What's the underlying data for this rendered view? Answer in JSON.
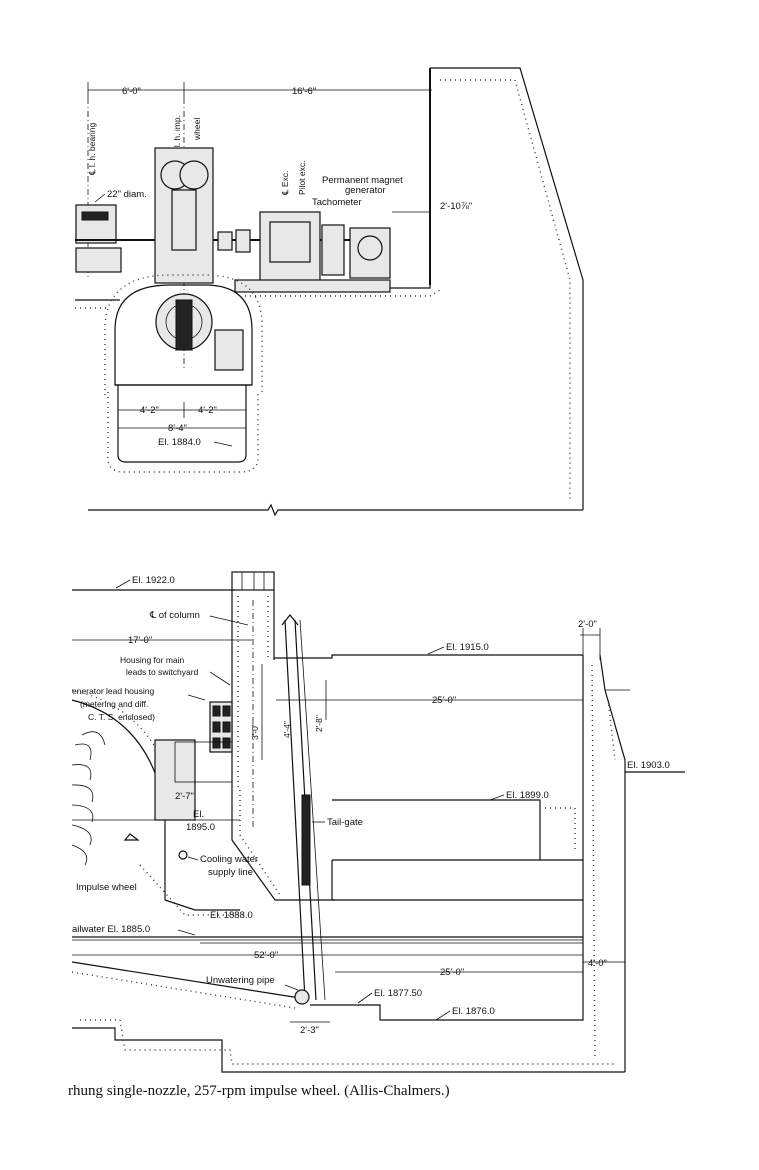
{
  "top_view": {
    "dims": {
      "left": "6'-0\"",
      "right": "16'-6\"",
      "clearance": "2'-10⅞\"",
      "half_left": "4'-2\"",
      "half_right": "4'-2\"",
      "pit_width": "8'-4\""
    },
    "labels": {
      "bearing": "℄ l. h. bearing",
      "impwheel": "℄ l. h. imp.",
      "wheel": "wheel",
      "exc": "℄ Exc.",
      "pilot": "Pilot exc.",
      "pmg1": "Permanent magnet",
      "pmg2": "generator",
      "tach": "Tachometer",
      "diam": "22\" diam.",
      "elev": "El. 1884.0"
    }
  },
  "bottom_view": {
    "elevations": {
      "e1922": "El. 1922.0",
      "e1915": "El. 1915.0",
      "e1903": "El. 1903.0",
      "e1899": "El. 1899.0",
      "e1895a": "El.",
      "e1895b": "1895.0",
      "e1888": "El. 1888.0",
      "tailwater": "ailwater El. 1885.0",
      "e1877": "El. 1877.50",
      "e1876": "El. 1876.0"
    },
    "dims": {
      "d17": "17'-0\"",
      "d2top": "2'-0\"",
      "d25a": "25'-0\"",
      "d3": "3'-0\"",
      "d4": "4'-4\"",
      "d28": "2'-8\"",
      "d27": "2'-7\"",
      "d52": "52'-0\"",
      "d25b": "25'-0\"",
      "d4b": "4'-0\"",
      "d23": "2'-3\""
    },
    "labels": {
      "column": "℄ of column",
      "housing1": "Housing for main",
      "housing2": "leads to switchyard",
      "gen1": "enerator lead housing",
      "gen2": "(metering and diff.",
      "gen3": "C. T. S. enclosed)",
      "tailgate": "Tail-gate",
      "cool1": "Cooling water",
      "cool2": "supply line",
      "impulse": "Impulse wheel",
      "unwater": "Unwatering pipe"
    }
  },
  "caption": "rhung single-nozzle, 257-rpm impulse wheel.  (Allis-Chalmers.)"
}
